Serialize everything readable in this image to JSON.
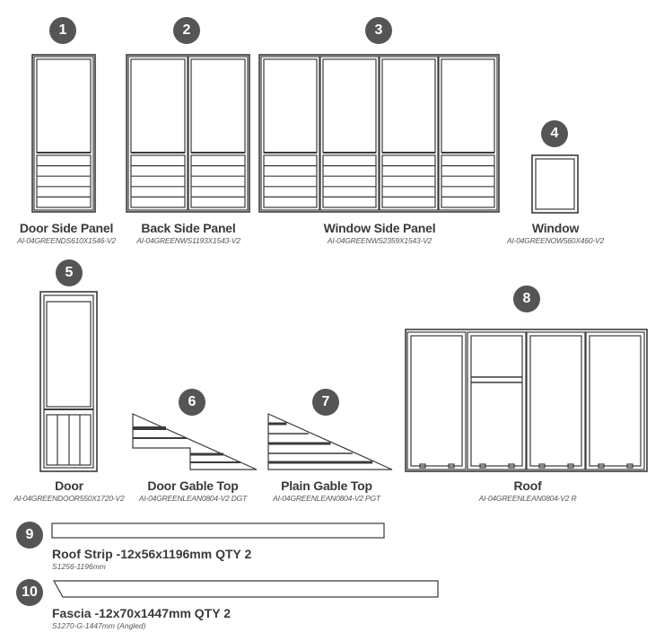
{
  "colors": {
    "line": "#3a3a3a",
    "badge": "#555555",
    "badge_text": "#ffffff"
  },
  "parts": [
    {
      "number": "1",
      "name": "Door Side Panel",
      "code": "AI-04GREENDS610X1546-V2"
    },
    {
      "number": "2",
      "name": "Back Side Panel",
      "code": "AI-04GREENWS1193X1543-V2"
    },
    {
      "number": "3",
      "name": "Window Side Panel",
      "code": "AI-04GREENWS2359X1543-V2"
    },
    {
      "number": "4",
      "name": "Window",
      "code": "AI-04GREENOW560X460-V2"
    },
    {
      "number": "5",
      "name": "Door",
      "code": "AI-04GREENDOOR550X1720-V2"
    },
    {
      "number": "6",
      "name": "Door Gable Top",
      "code": "AI-04GREENLEAN0804-V2 DGT"
    },
    {
      "number": "7",
      "name": "Plain Gable Top",
      "code": "AI-04GREENLEAN0804-V2 PGT"
    },
    {
      "number": "8",
      "name": "Roof",
      "code": "AI-04GREENLEAN0804-V2 R"
    }
  ],
  "strips": [
    {
      "number": "9",
      "name": "Roof Strip -12x56x1196mm QTY 2",
      "code": "S1256-1196mm"
    },
    {
      "number": "10",
      "name": "Fascia -12x70x1447mm QTY 2",
      "code": "S1270-G-1447mm (Angled)"
    }
  ]
}
